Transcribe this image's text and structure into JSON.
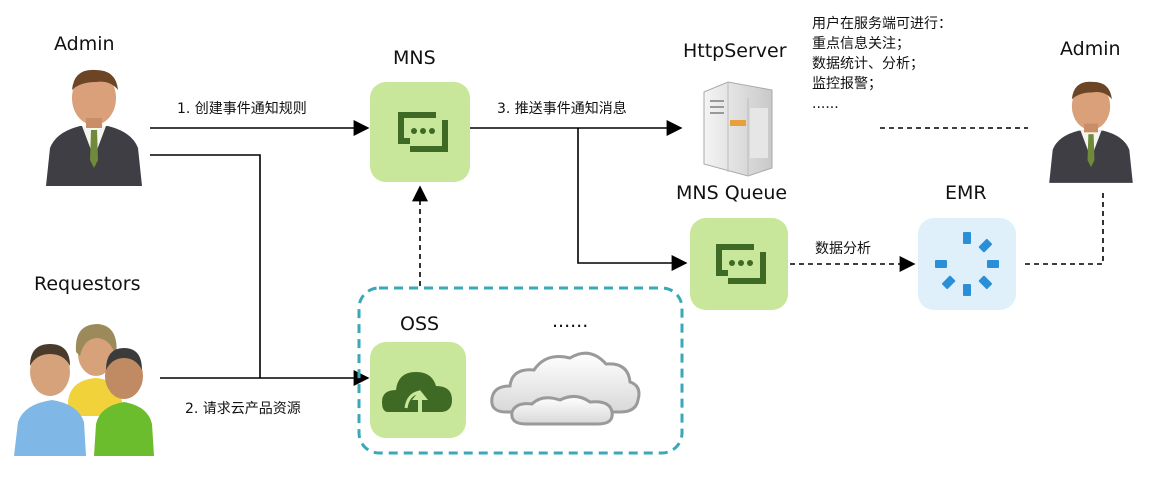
{
  "nodes": {
    "admin_left": "Admin",
    "admin_right": "Admin",
    "requestors": "Requestors",
    "mns": "MNS",
    "http_server": "HttpServer",
    "mns_queue": "MNS Queue",
    "emr": "EMR",
    "oss": "OSS",
    "more_services": "......"
  },
  "edges": {
    "create_rule": "1. 创建事件通知规则",
    "push_notification": "3. 推送事件通知消息",
    "request_resource": "2. 请求云产品资源",
    "data_analysis": "数据分析"
  },
  "server_note": {
    "lines": [
      "用户在服务端可进行：",
      "重点信息关注；",
      "数据统计、分析；",
      "监控报警；",
      "......"
    ]
  },
  "colors": {
    "mns_tile": "#c8e79a",
    "emr_tile": "#dff0fb",
    "oss_group_border": "#3aa8b8",
    "icon_dark": "#3e6a25",
    "emr_blue": "#2a8fd6"
  }
}
